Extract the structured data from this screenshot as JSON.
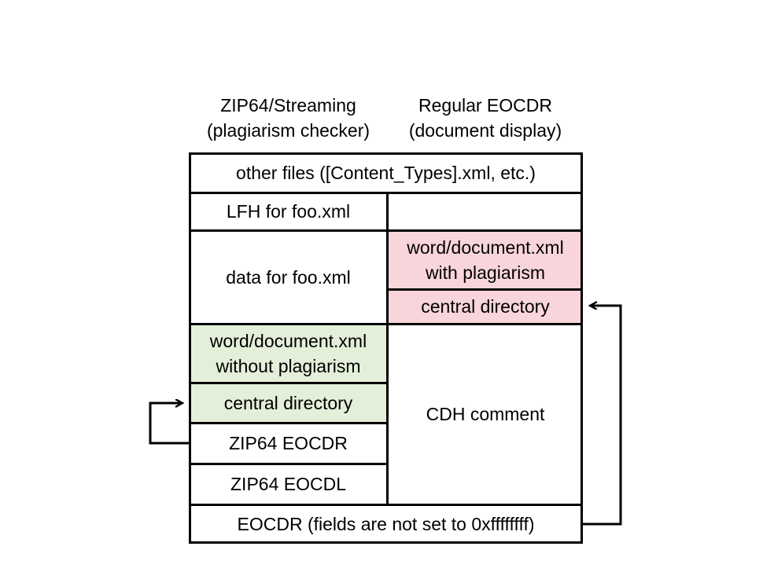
{
  "title": "ZIP parsing ambiguity diagram",
  "colors": {
    "background": "#ffffff",
    "line": "#000000",
    "text": "#000000",
    "highlight_pink": "#f8d5da",
    "highlight_green": "#e4efda"
  },
  "column_headers": {
    "left": {
      "line1": "ZIP64/Streaming",
      "line2": "(plagiarism checker)"
    },
    "right": {
      "line1": "Regular EOCDR",
      "line2": "(document display)"
    }
  },
  "cells": {
    "other_files": "other files ([Content_Types].xml, etc.)",
    "lfh": "LFH for foo.xml",
    "data_foo": "data for foo.xml",
    "doc_with_plagiarism": "word/document.xml with plagiarism",
    "central_directory_pink": "central directory",
    "doc_without_plagiarism": "word/document.xml without plagiarism",
    "central_directory_green": "central directory",
    "zip64_eocdr": "ZIP64 EOCDR",
    "zip64_eocdl": "ZIP64 EOCDL",
    "cdh_comment": "CDH comment",
    "eocdr": "EOCDR (fields are not set to 0xffffffff)"
  },
  "arrows": [
    {
      "name": "zip64-eocdr-to-central-directory",
      "from": "ZIP64 EOCDR",
      "to": "central directory (ZIP64/Streaming column)",
      "side": "left"
    },
    {
      "name": "eocdr-to-central-directory",
      "from": "EOCDR (fields are not set to 0xffffffff)",
      "to": "central directory (Regular EOCDR column)",
      "side": "right"
    }
  ]
}
